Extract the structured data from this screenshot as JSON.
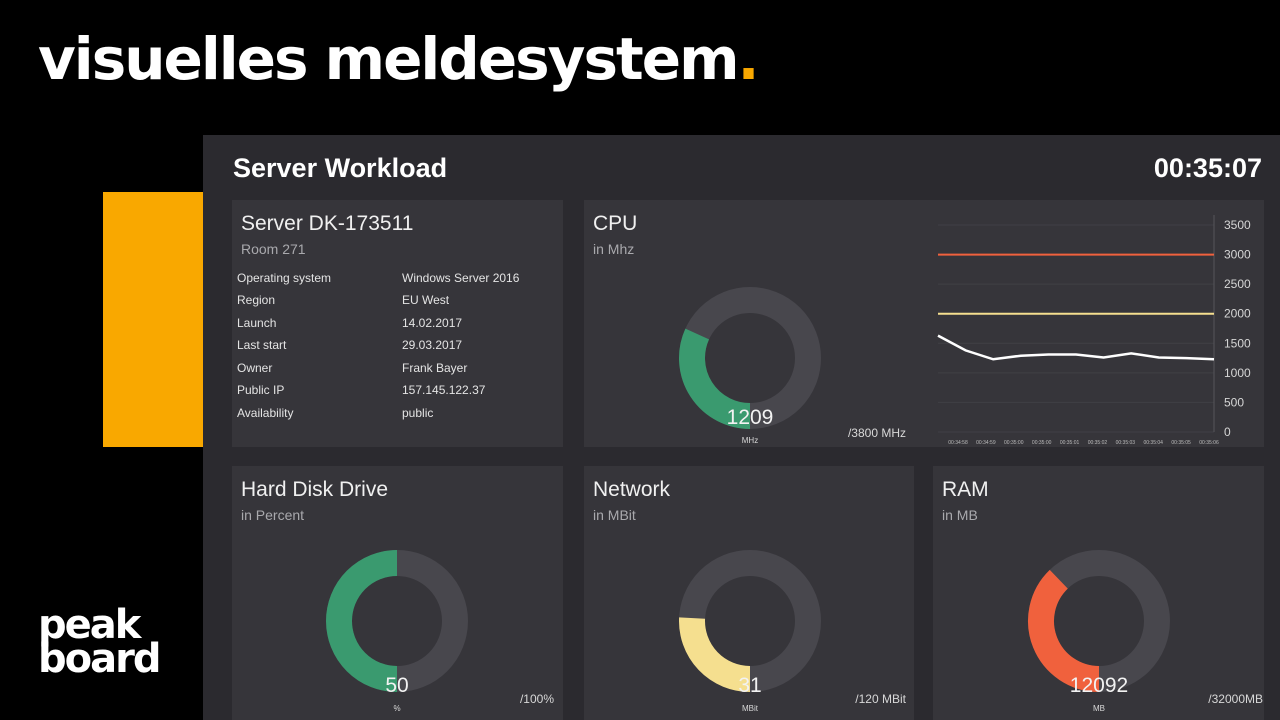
{
  "headline": {
    "text": "visuelles meldesystem",
    "dot": "."
  },
  "logo": {
    "line1": "peak",
    "line2": "board"
  },
  "dashboard": {
    "title": "Server Workload",
    "clock": "00:35:07"
  },
  "server": {
    "name": "Server DK-173511",
    "room": "Room 271",
    "rows": [
      {
        "label": "Operating system",
        "value": "Windows Server 2016"
      },
      {
        "label": "Region",
        "value": "EU West"
      },
      {
        "label": "Launch",
        "value": "14.02.2017"
      },
      {
        "label": "Last start",
        "value": "29.03.2017"
      },
      {
        "label": "Owner",
        "value": "Frank Bayer"
      },
      {
        "label": "Public IP",
        "value": "157.145.122.37"
      },
      {
        "label": "Availability",
        "value": "public"
      }
    ]
  },
  "cpu": {
    "title": "CPU",
    "subtitle": "in Mhz",
    "value": "1209",
    "unit": "MHz",
    "max": "/3800 MHz",
    "fraction": 0.318,
    "color": "#3a9a6f"
  },
  "hdd": {
    "title": "Hard Disk Drive",
    "subtitle": "in Percent",
    "value": "50",
    "unit": "%",
    "max": "/100%",
    "fraction": 0.5,
    "color": "#3a9a6f"
  },
  "network": {
    "title": "Network",
    "subtitle": "in MBit",
    "value": "31",
    "unit": "MBit",
    "max": "/120 MBit",
    "fraction": 0.258,
    "color": "#f5df8f"
  },
  "ram": {
    "title": "RAM",
    "subtitle": "in MB",
    "value": "12092",
    "unit": "MB",
    "max": "/32000MB",
    "fraction": 0.378,
    "color": "#f0613d"
  },
  "colors": {
    "accent": "#f9a800",
    "track": "#48474d",
    "upper_threshold": "#f0613d",
    "lower_threshold": "#f5df8f",
    "line": "#ffffff"
  },
  "chart_data": {
    "type": "line",
    "title": "",
    "xlabel": "",
    "ylabel": "",
    "ylim": [
      0,
      3500
    ],
    "y_ticks": [
      "0",
      "500",
      "1000",
      "1500",
      "2000",
      "2500",
      "3000",
      "3500"
    ],
    "x_tick_labels": [
      "00:34:58",
      "00:34:59",
      "00:35:00",
      "00:35:00",
      "00:35:01",
      "00:35:02",
      "00:35:03",
      "00:35:04",
      "00:35:05",
      "00:35:06"
    ],
    "series": [
      {
        "values": [
          1630,
          1380,
          1230,
          1290,
          1310,
          1310,
          1260,
          1330,
          1260,
          1250,
          1230
        ],
        "color": "#ffffff"
      }
    ],
    "thresholds": [
      {
        "value": 3000,
        "color": "#f0613d"
      },
      {
        "value": 2000,
        "color": "#f5df8f"
      }
    ],
    "grid": true,
    "legend": "none"
  }
}
